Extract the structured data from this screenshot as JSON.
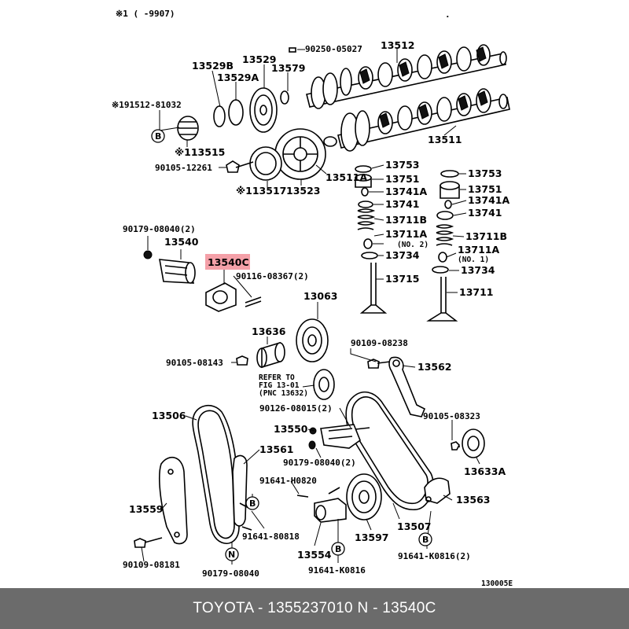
{
  "header": {
    "note": "※1 (     -9907)"
  },
  "labels": {
    "l13512": "13512",
    "l90250": "90250-05027",
    "l13529": "13529",
    "l13529b": "13529B",
    "l13529a": "13529A",
    "l13579": "13579",
    "l191512": "※191512-81032",
    "l113515": "※113515",
    "l13511": "13511",
    "l90105_12261": "90105-12261",
    "l113517": "※113517",
    "l13523": "13523",
    "l13511a": "13511A",
    "l13753a": "13753",
    "l13751a": "13751",
    "l13741aa": "13741A",
    "l13741a": "13741",
    "l13711ba": "13711B",
    "l13711aa": "13711A",
    "l_no2": "(NO. 2)",
    "l13734a": "13734",
    "l13715": "13715",
    "l13753b": "13753",
    "l13751b": "13751",
    "l13741ab": "13741A",
    "l13741b": "13741",
    "l13711bb": "13711B",
    "l13711ab": "13711A",
    "l_no1": "(NO. 1)",
    "l13734b": "13734",
    "l13711": "13711",
    "l90179_08040_2a": "90179-08040(2)",
    "l13540": "13540",
    "l13540c": "13540C",
    "l90116": "90116-08367(2)",
    "l13063": "13063",
    "l13636": "13636",
    "l90109_08238": "90109-08238",
    "l90105_08143": "90105-08143",
    "l13562": "13562",
    "l_refer1": "REFER TO",
    "l_refer2": "FIG 13-01",
    "l_refer3": "(PNC 13632)",
    "l90126": "90126-08015(2)",
    "l13506": "13506",
    "l90105_08323": "90105-08323",
    "l13550": "13550",
    "l13561": "13561",
    "l90179_08040_2b": "90179-08040(2)",
    "l13633a": "13633A",
    "l91641_h0820": "91641-H0820",
    "l13563": "13563",
    "l13559": "13559",
    "l91641_80818": "91641-80818",
    "l13507": "13507",
    "l13597": "13597",
    "l13554": "13554",
    "l90109_08181": "90109-08181",
    "l90179_08040": "90179-08040",
    "l91641_k0816": "91641-K0816",
    "l91641_k0816_2": "91641-K0816(2)",
    "l_code": "130005E"
  },
  "callouts": {
    "b": "B",
    "n": "N"
  },
  "footer": {
    "text": "TOYOTA - 1355237010      N - 13540C"
  },
  "colors": {
    "highlight": "#f4a0a8",
    "footer_bg": "#6b6b6b"
  }
}
